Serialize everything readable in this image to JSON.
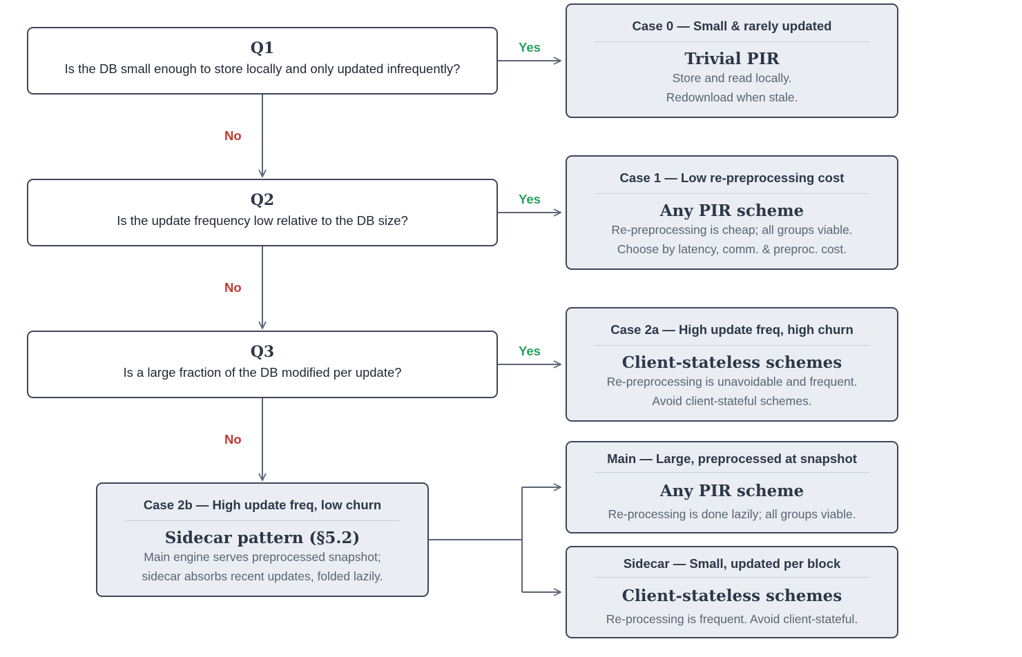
{
  "questions": [
    {
      "title": "Q1",
      "text": "Is the DB small enough to store locally and only updated infrequently?"
    },
    {
      "title": "Q2",
      "text": "Is the update frequency low relative to the DB size?"
    },
    {
      "title": "Q3",
      "text": "Is a large fraction of the DB modified per update?"
    }
  ],
  "edge_labels": {
    "yes": "Yes",
    "no": "No"
  },
  "cases": [
    {
      "head": "Case 0 — Small & rarely updated",
      "title": "Trivial PIR",
      "lines": [
        "Store and read locally.",
        "Redownload when stale."
      ]
    },
    {
      "head": "Case 1 — Low re-preprocessing cost",
      "title": "Any PIR scheme",
      "lines": [
        "Re-preprocessing is cheap; all groups viable.",
        "Choose by latency, comm. & preproc. cost."
      ]
    },
    {
      "head": "Case 2a — High update freq, high churn",
      "title": "Client-stateless schemes",
      "lines": [
        "Re-preprocessing is unavoidable and frequent.",
        "Avoid client-stateful schemes."
      ]
    },
    {
      "head": "Case 2b — High update freq, low churn",
      "title": "Sidecar pattern (§5.2)",
      "lines": [
        "Main engine serves preprocessed snapshot;",
        "sidecar absorbs recent updates, folded lazily."
      ]
    },
    {
      "head": "Main — Large, preprocessed at snapshot",
      "title": "Any PIR scheme",
      "lines": [
        "Re-processing is done lazily; all groups viable."
      ]
    },
    {
      "head": "Sidecar — Small, updated per block",
      "title": "Client-stateless schemes",
      "lines": [
        "Re-processing is frequent. Avoid client-stateful."
      ]
    }
  ],
  "colors": {
    "border": "#3c4656",
    "case_fill": "#eaeef3",
    "yes": "#27a05a",
    "no": "#c0392b",
    "arrow": "#5a6472"
  }
}
